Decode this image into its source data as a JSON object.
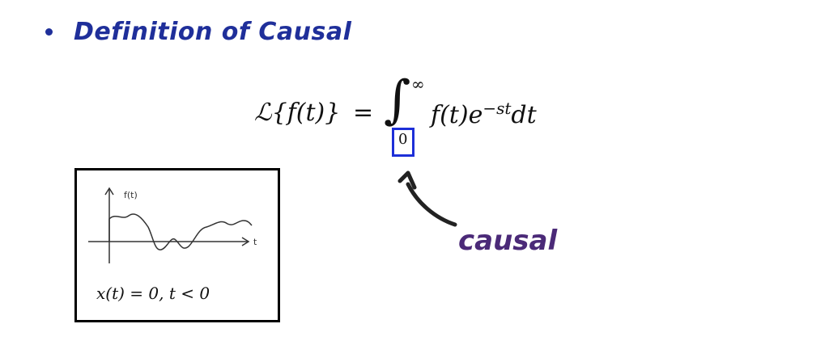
{
  "slide": {
    "bullet_title": "Definition of Causal"
  },
  "equation": {
    "lhs": "ℒ{f(t)}",
    "equals": "=",
    "integral_sign": "∫",
    "upper_limit": "∞",
    "lower_limit": "0",
    "integrand": "f(t)e",
    "exponent": "−st",
    "differential": "dt"
  },
  "annotation": {
    "label": "causal",
    "highlight_color": "#1d2fd8",
    "label_color": "#4b2a78"
  },
  "graph": {
    "y_axis_label": "f(t)",
    "x_axis_label": "t",
    "condition": "x(t) = 0, t < 0"
  },
  "colors": {
    "title": "#1f2f9a",
    "text": "#111111"
  }
}
